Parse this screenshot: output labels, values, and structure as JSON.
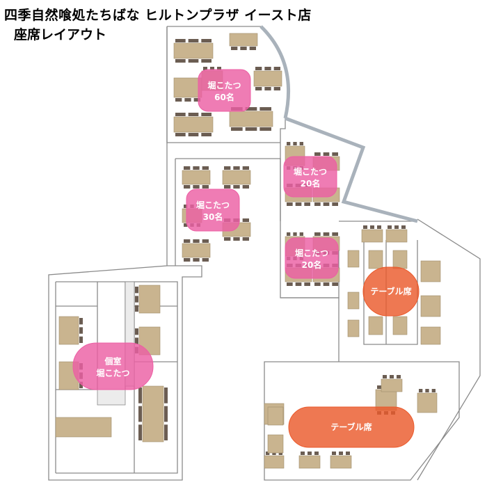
{
  "title": {
    "line1": "四季自然喰処たちばな ヒルトンプラザ イースト店",
    "line2": "座席レイアウト"
  },
  "colors": {
    "horigotatsu": "#ec5fa4",
    "table": "#ea5a2c",
    "table_top": "#c9b48f",
    "chair": "#6b5d52",
    "wall": "#8a8a8a",
    "window": "#a9b2bb"
  },
  "zones": [
    {
      "id": "horigotatsu-60",
      "type": "horigotatsu",
      "label_top": "堀こたつ",
      "label_bottom": "60名"
    },
    {
      "id": "horigotatsu-30",
      "type": "horigotatsu",
      "label_top": "堀こたつ",
      "label_bottom": "30名"
    },
    {
      "id": "horigotatsu-20a",
      "type": "horigotatsu",
      "label_top": "堀こたつ",
      "label_bottom": "20名"
    },
    {
      "id": "horigotatsu-20b",
      "type": "horigotatsu",
      "label_top": "堀こたつ",
      "label_bottom": "20名"
    },
    {
      "id": "private-room",
      "type": "horigotatsu",
      "label_top": "個室",
      "label_bottom": "堀こたつ"
    },
    {
      "id": "table-a",
      "type": "table",
      "label_top": "テーブル席",
      "label_bottom": ""
    },
    {
      "id": "table-b",
      "type": "table",
      "label_top": "テーブル席",
      "label_bottom": ""
    }
  ]
}
